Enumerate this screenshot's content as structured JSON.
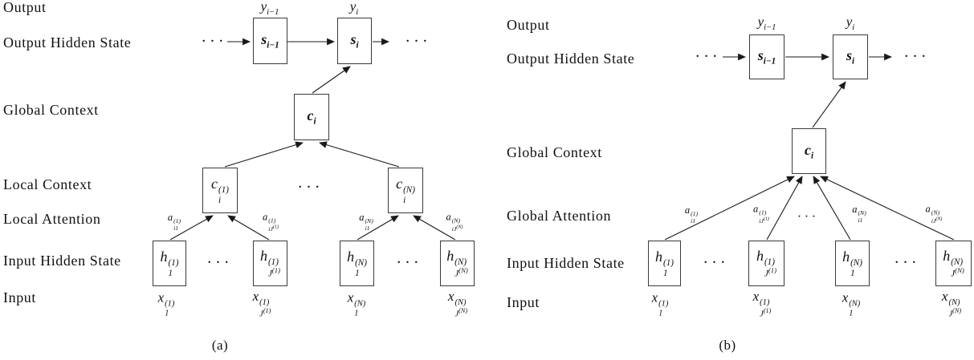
{
  "colors": {
    "ink": "#1a1a1a",
    "box_border": "#3a3a3a",
    "background": "#ffffff"
  },
  "panel_a": {
    "caption": "(a)",
    "ellipsis": "· · ·",
    "rows": {
      "output": "Output",
      "output_hidden_state": "Output Hidden State",
      "global_context": "Global Context",
      "local_context": "Local Context",
      "local_attention": "Local Attention",
      "input_hidden_state": "Input Hidden State",
      "input": "Input"
    },
    "nodes": {
      "y_prev": "y_{i−1}",
      "y_cur": "y_{i}",
      "s_prev": "s_{i−1}",
      "s_cur": "s_{i}",
      "c_global": "c_{i}",
      "c_local_1": "c_{i}^{(1)}",
      "c_local_n": "c_{i}^{(N)}",
      "h_1_1": "h_{1}^{(1)}",
      "h_j1_1": "h_{J^{(1)}}^{(1)}",
      "h_1_n": "h_{1}^{(N)}",
      "h_jn_n": "h_{J^{(N)}}^{(N)}",
      "x_1_1": "x_{1}^{(1)}",
      "x_j1_1": "x_{J^{(1)}}^{(1)}",
      "x_1_n": "x_{1}^{(N)}",
      "x_jn_n": "x_{J^{(N)}}^{(N)}",
      "a_i1_1": "a_{i1}^{(1)}",
      "a_ij1_1": "a_{iJ^{(1)}}^{(1)}",
      "a_i1_n": "a_{i1}^{(N)}",
      "a_ijn_n": "a_{iJ^{(N)}}^{(N)}"
    }
  },
  "panel_b": {
    "caption": "(b)",
    "ellipsis": "· · ·",
    "rows": {
      "output": "Output",
      "output_hidden_state": "Output Hidden State",
      "global_context": "Global Context",
      "global_attention": "Global Attention",
      "input_hidden_state": "Input Hidden State",
      "input": "Input"
    },
    "nodes": {
      "y_prev": "y_{i−1}",
      "y_cur": "y_{i}",
      "s_prev": "s_{i−1}",
      "s_cur": "s_{i}",
      "c_global": "c_{i}",
      "h_1_1": "h_{1}^{(1)}",
      "h_j1_1": "h_{J^{(1)}}^{(1)}",
      "h_1_n": "h_{1}^{(N)}",
      "h_jn_n": "h_{J^{(N)}}^{(N)}",
      "x_1_1": "x_{1}^{(1)}",
      "x_j1_1": "x_{J^{(1)}}^{(1)}",
      "x_1_n": "x_{1}^{(N)}",
      "x_jn_n": "x_{J^{(N)}}^{(N)}",
      "a_i1_1": "a_{i1}^{(1)}",
      "a_ij1_1": "a_{iJ^{(1)}}^{(1)}",
      "a_i1_n": "a_{i1}^{(N)}",
      "a_ijn_n": "a_{iJ^{(N)}}^{(N)}"
    }
  }
}
